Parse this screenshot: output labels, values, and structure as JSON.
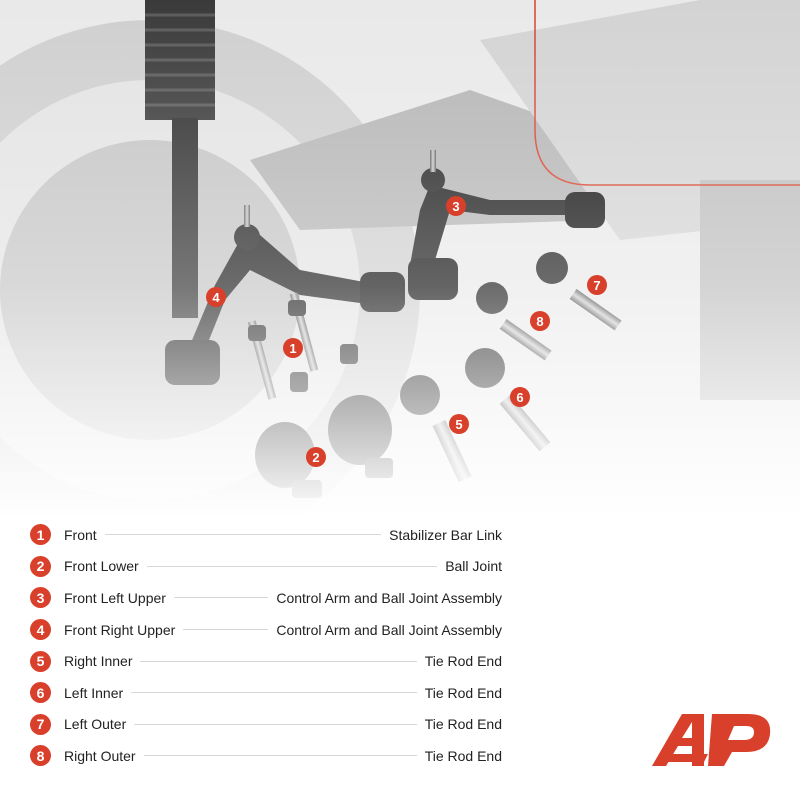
{
  "colors": {
    "accent": "#d9402b",
    "text": "#222222",
    "leader": "#d8d8d8"
  },
  "callouts": [
    "1",
    "2",
    "3",
    "4",
    "5",
    "6",
    "7",
    "8"
  ],
  "parts": [
    {
      "number": "1",
      "position": "Front",
      "part": "Stabilizer Bar Link"
    },
    {
      "number": "2",
      "position": "Front Lower",
      "part": "Ball Joint"
    },
    {
      "number": "3",
      "position": "Front Left Upper",
      "part": "Control Arm and Ball Joint Assembly"
    },
    {
      "number": "4",
      "position": "Front Right Upper",
      "part": "Control Arm and Ball Joint Assembly"
    },
    {
      "number": "5",
      "position": "Right Inner",
      "part": "Tie Rod End"
    },
    {
      "number": "6",
      "position": "Left Inner",
      "part": "Tie Rod End"
    },
    {
      "number": "7",
      "position": "Left Outer",
      "part": "Tie Rod End"
    },
    {
      "number": "8",
      "position": "Right Outer",
      "part": "Tie Rod End"
    }
  ],
  "logo": {
    "icon": "a-premium-logo-icon"
  }
}
